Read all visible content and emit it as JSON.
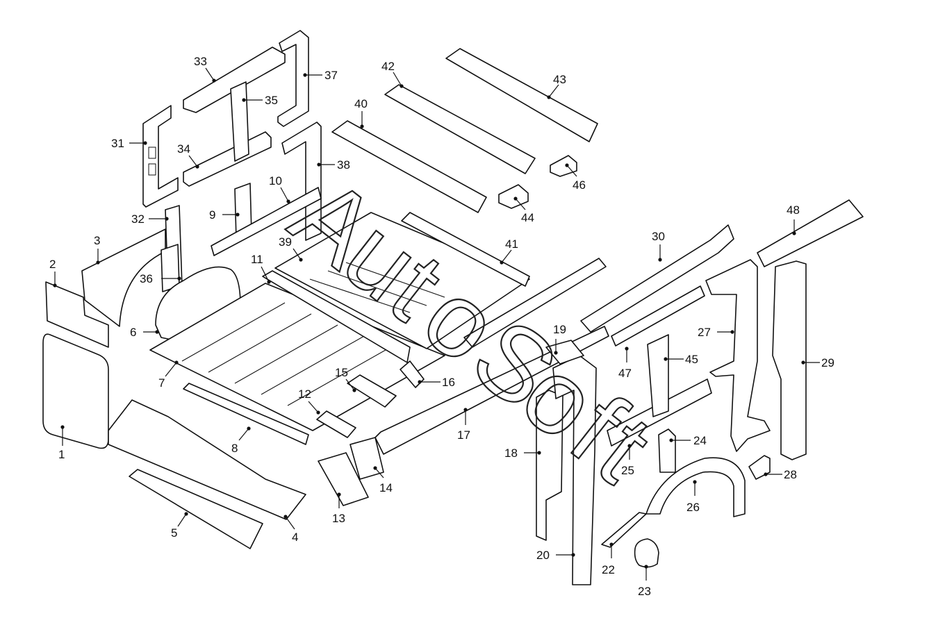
{
  "callouts": [
    "1",
    "2",
    "3",
    "4",
    "5",
    "6",
    "7",
    "8",
    "9",
    "10",
    "11",
    "12",
    "13",
    "14",
    "15",
    "16",
    "17",
    "18",
    "19",
    "20",
    "22",
    "23",
    "24",
    "25",
    "26",
    "27",
    "28",
    "29",
    "30",
    "31",
    "32",
    "33",
    "34",
    "35",
    "36",
    "37",
    "38",
    "39",
    "40",
    "41",
    "42",
    "43",
    "44",
    "45",
    "46",
    "47",
    "48"
  ],
  "watermark": [
    "A",
    "u",
    "t",
    "o",
    "S",
    "o",
    "f",
    "t"
  ]
}
